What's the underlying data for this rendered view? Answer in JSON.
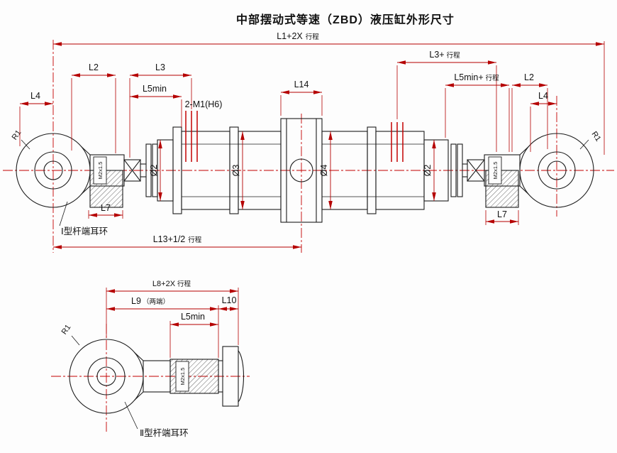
{
  "title": "中部摆动式等速（ZBD）液压缸外形尺寸",
  "views": {
    "main_label": "Ⅰ型杆端耳环",
    "detail_label": "Ⅱ型杆端耳环"
  },
  "dims": {
    "l1": {
      "main": "L1+2X",
      "suffix": "行程"
    },
    "l2_left": "L2",
    "l3_left": "L3",
    "l4_left": "L4",
    "l5min_left": "L5min",
    "ports": "2-M1(H6)",
    "l14": "L14",
    "l3_right": {
      "main": "L3+",
      "suffix": "行程"
    },
    "l5min_right": {
      "main": "L5min+",
      "suffix": "行程"
    },
    "l2_right": "L2",
    "l4_right": "L4",
    "l7_left": "L7",
    "l7_right": "L7",
    "l13": {
      "main": "L13+1/2",
      "suffix": "行程"
    },
    "dia2_left": "Ø2",
    "dia3": "Ø3",
    "dia4": "Ø4",
    "dia2_right": "Ø2",
    "thread_left": "M2x1.5",
    "thread_right": "M2x1.5",
    "thread_detail": "M2x1.5",
    "radius_left": "R1",
    "radius_right": "R1",
    "radius_detail": "R1",
    "l8": {
      "main": "L8+2X",
      "suffix": "行程"
    },
    "l9": {
      "main": "L9",
      "suffix": "（两端）"
    },
    "l10": "L10",
    "l5min_detail": "L5min"
  },
  "colors": {
    "outline": "#1c1c1c",
    "centerline": "#c40000",
    "dimension": "#b50000"
  }
}
